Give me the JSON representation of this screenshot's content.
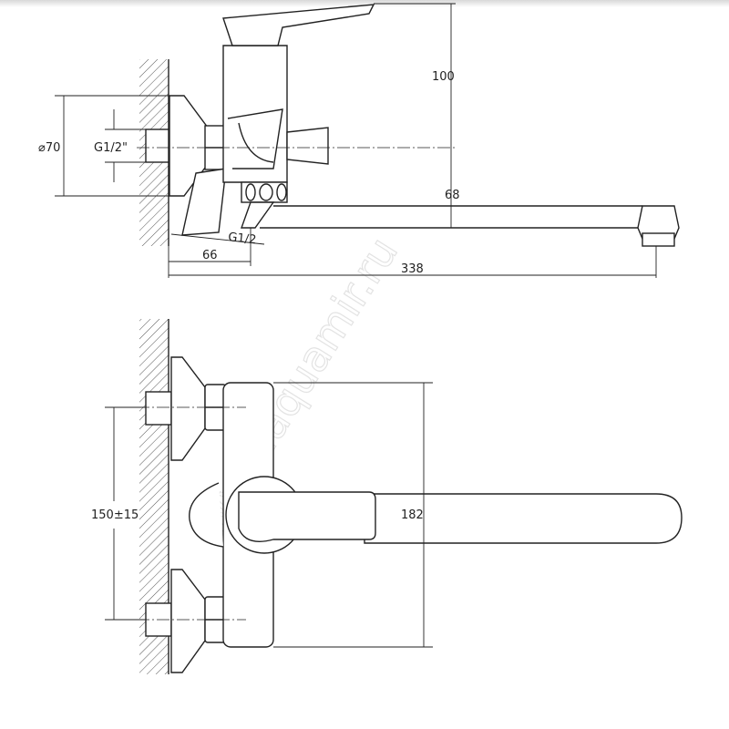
{
  "watermark": "www.aquamir.ru",
  "side_view": {
    "height_above_axis": "100",
    "escutcheon_diameter": "⌀70",
    "inlet_thread": "G1/2\"",
    "spout_height": "68",
    "outlet_thread": "G1/2",
    "body_projection": "66",
    "spout_reach": "338"
  },
  "top_view": {
    "inlet_spacing": "150±15",
    "body_height": "182"
  }
}
